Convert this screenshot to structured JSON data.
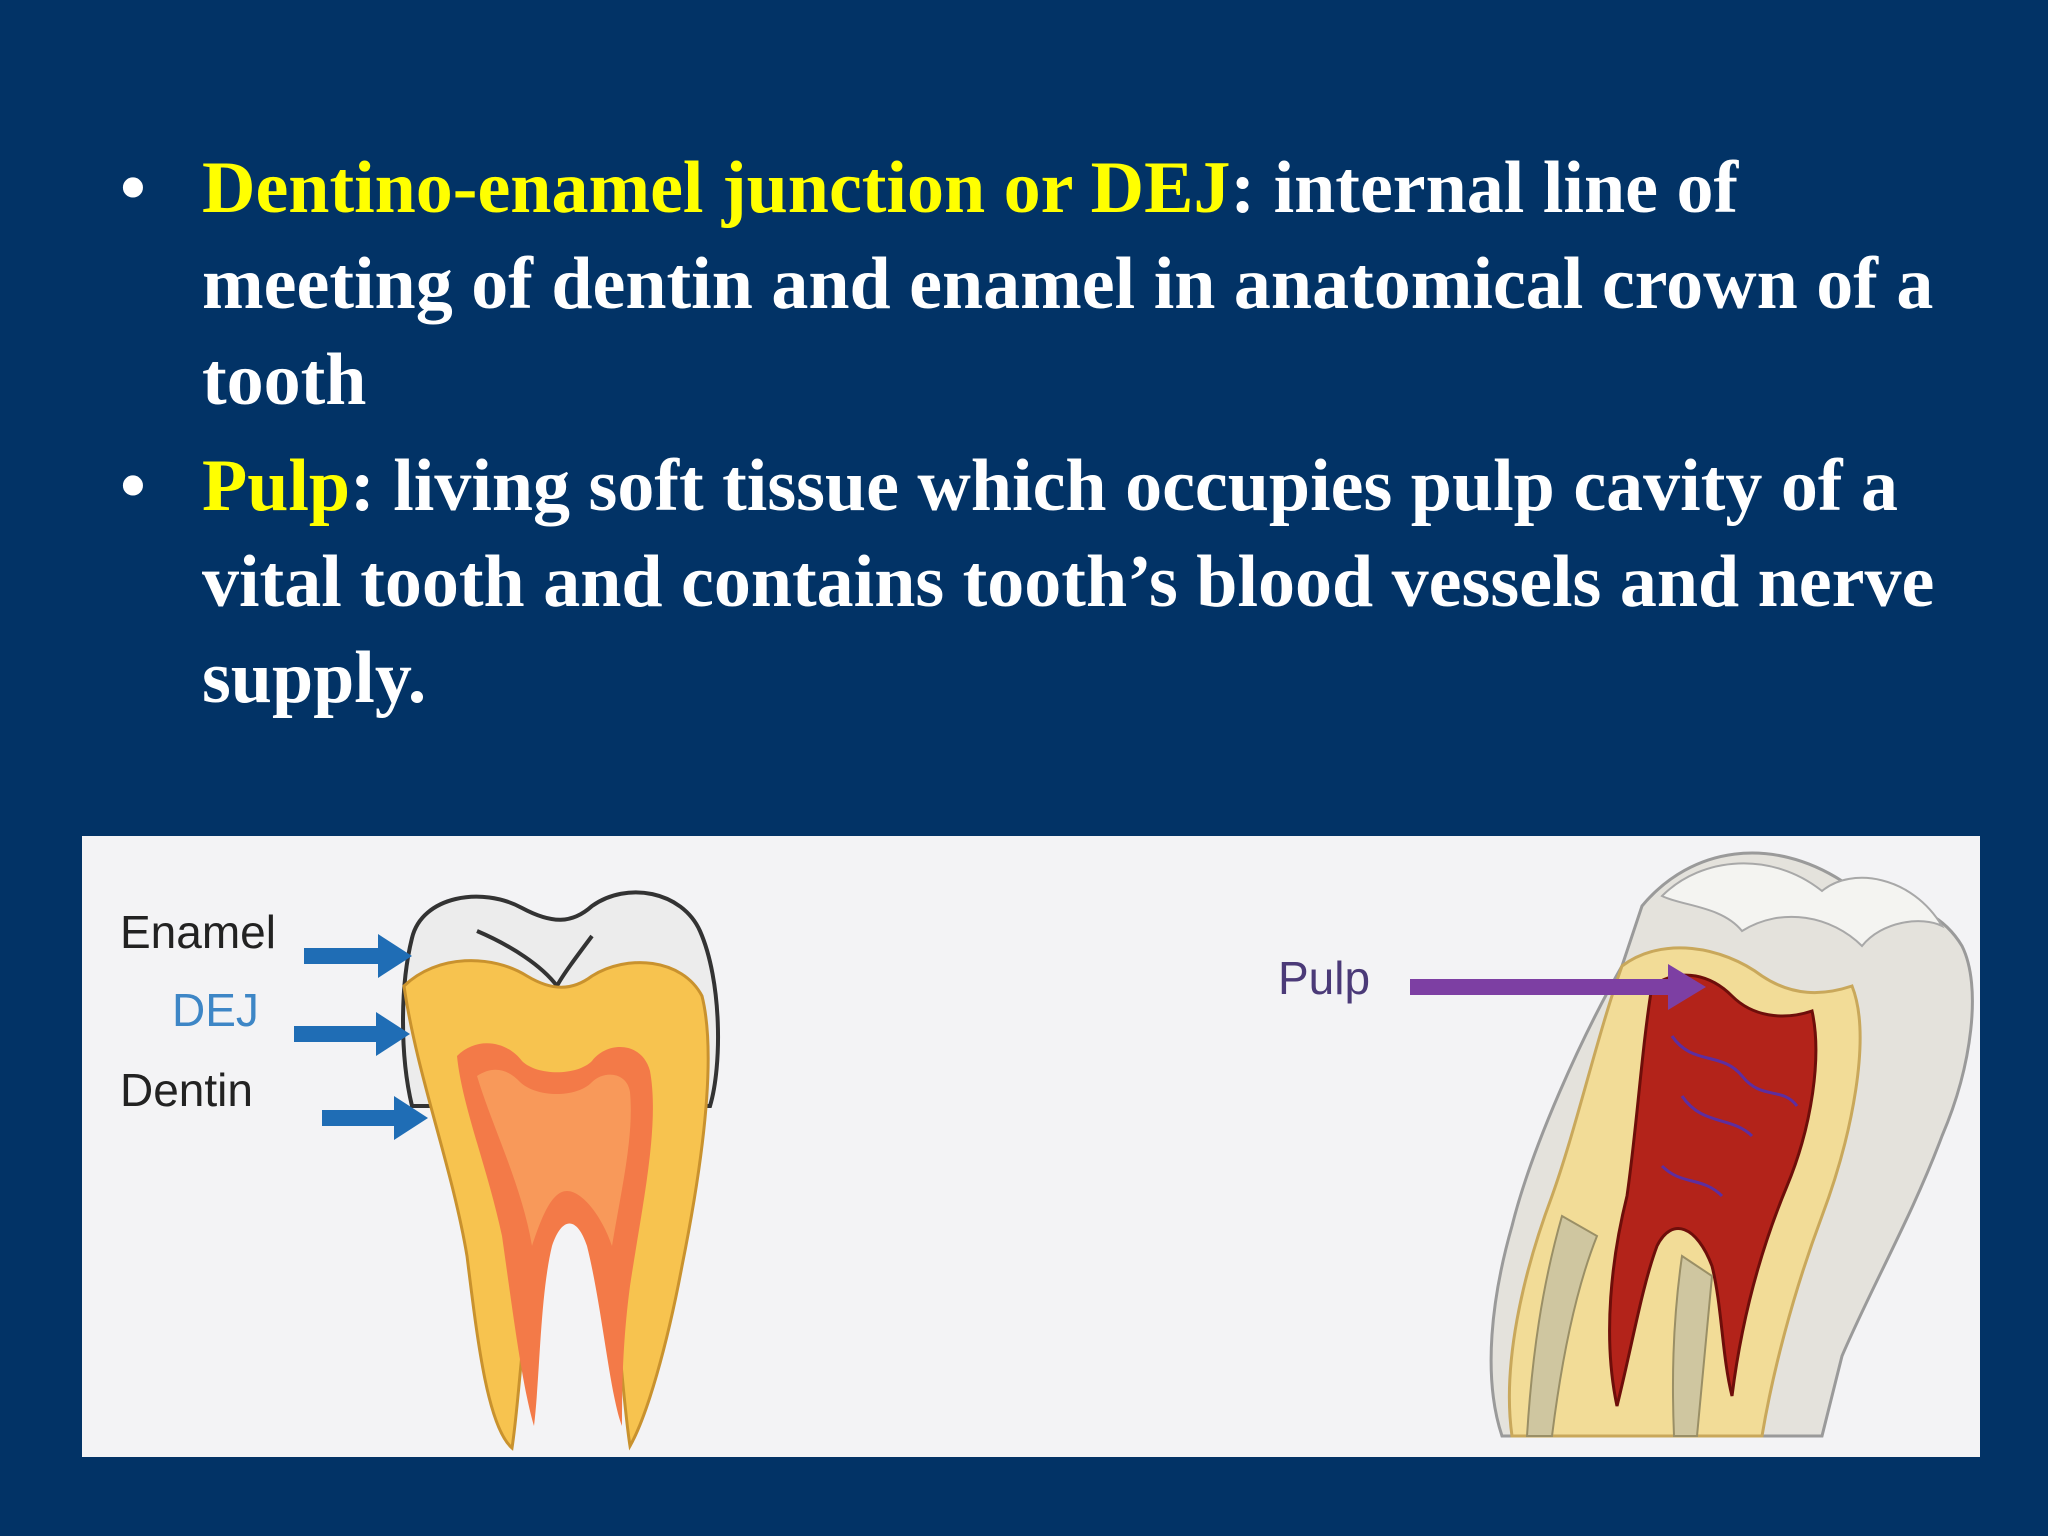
{
  "bullets": [
    {
      "marker": "•",
      "term": "Dentino-enamel  junction or DEJ",
      "text": ": internal line of meeting of dentin and enamel in anatomical crown of a tooth"
    },
    {
      "marker": "•",
      "term": "Pulp",
      "text": ": living soft tissue which occupies pulp cavity of a vital tooth and contains tooth’s blood vessels and nerve supply."
    }
  ],
  "figure": {
    "left_labels": {
      "enamel": "Enamel",
      "dej": "DEJ",
      "dentin": "Dentin"
    },
    "right_label": "Pulp"
  },
  "colors": {
    "background": "#023366",
    "term": "#ffff00",
    "body_text": "#ffffff",
    "arrow_blue": "#1f6db5",
    "arrow_purple": "#7d3fa3",
    "dej_label": "#3d86c6"
  }
}
